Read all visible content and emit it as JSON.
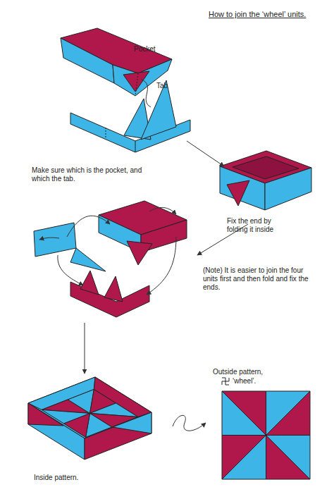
{
  "diagram": {
    "title": "How to join the ‘wheel’ units.",
    "labels": [
      "Pocket",
      "Tab",
      "Make sure which is the pocket, and which the tab.",
      "Fix the end by folding it inside",
      "(Note) It is easier to join the four units first and then fold and fix the ends.",
      "Inside pattern.",
      "Outside pattern,",
      "‘wheel’."
    ]
  }
}
